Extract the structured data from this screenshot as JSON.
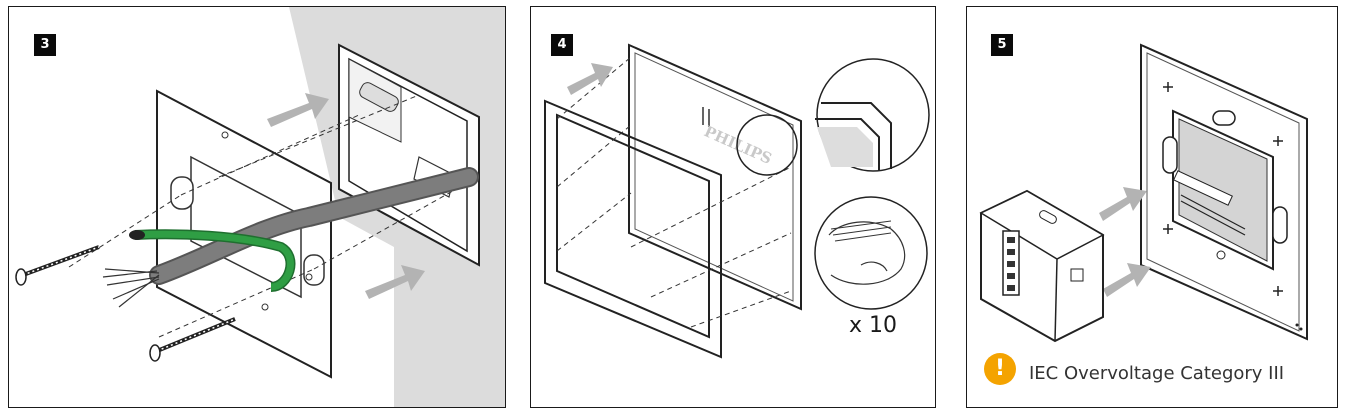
{
  "panels": {
    "step3": {
      "number": "3"
    },
    "step4": {
      "number": "4",
      "brand": "PHILIPS",
      "count": "x 10"
    },
    "step5": {
      "number": "5",
      "warning": "IEC Overvoltage Category III",
      "warning_icon": "exclamation-icon"
    }
  },
  "colors": {
    "warning": "#f4a300",
    "cable_green": "#2f9e44",
    "cable_gray": "#7d7d7d",
    "arrow": "#b3b3b3"
  }
}
